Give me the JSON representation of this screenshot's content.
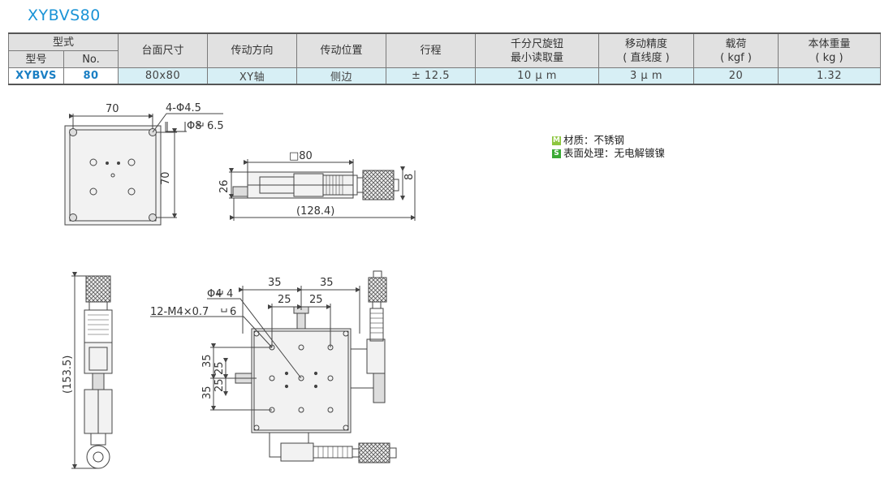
{
  "title": "XYBVS80",
  "table": {
    "header": {
      "type_group": "型式",
      "model": "型号",
      "no": "No.",
      "table_size": "台面尺寸",
      "drive_direction": "传动方向",
      "drive_position": "传动位置",
      "travel": "行程",
      "micrometer_line1": "千分尺旋钮",
      "micrometer_line2": "最小读取量",
      "accuracy_line1": "移动精度",
      "accuracy_line2": "( 直线度 )",
      "load_line1": "载荷",
      "load_line2": "( kgf )",
      "weight_line1": "本体重量",
      "weight_line2": "( kg )"
    },
    "row": {
      "model": "XYBVS",
      "no": "80",
      "table_size": "80x80",
      "drive_direction": "XY轴",
      "drive_position": "侧边",
      "travel": "± 12.5",
      "micrometer": "10 μ m",
      "accuracy": "3 μ m",
      "load": "20",
      "weight": "1.32"
    }
  },
  "notes": {
    "material_badge": "M",
    "material": "材质：不锈钢",
    "surface_badge": "S",
    "surface": "表面处理：无电解镀镍"
  },
  "dims": {
    "top_width": "70",
    "holes": "4-Φ4.5",
    "counterbore": "Φ8",
    "counterbore_depth": "6.5",
    "top_height": "70",
    "side_table": "□80",
    "side_height": "26",
    "knob_dia": "8",
    "side_length": "(128.4)",
    "front_length": "(153.5)",
    "pin_hole": "Φ4",
    "pin_depth": "4",
    "tapped": "12-M4×0.7",
    "tapped_depth": "6",
    "pitch_outer": "35",
    "pitch_inner": "25"
  },
  "colors": {
    "accent": "#1a93d6",
    "row_bg": "#d7eff5",
    "header_bg": "#e1e1e1",
    "material_badge": "#8dc63f",
    "surface_badge": "#3aaa35"
  }
}
